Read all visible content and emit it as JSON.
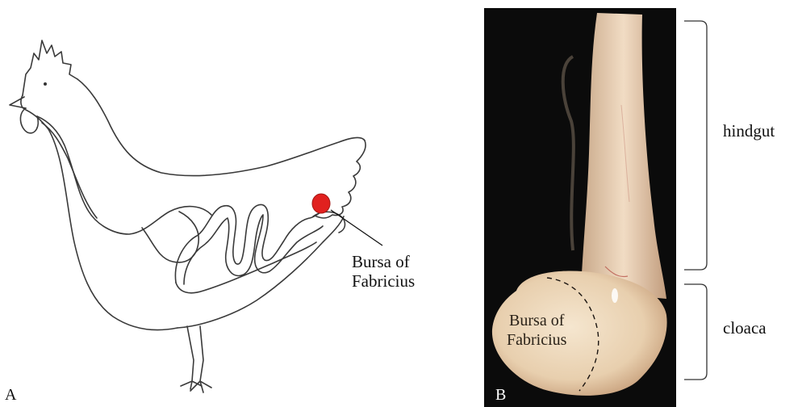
{
  "panel_a": {
    "letter": "A",
    "bursa_label_line1": "Bursa of",
    "bursa_label_line2": "Fabricius",
    "bursa_marker_color": "#e1211f"
  },
  "panel_b": {
    "letter": "B",
    "bursa_label_line1": "Bursa of",
    "bursa_label_line2": "Fabricius",
    "hindgut_label": "hindgut",
    "cloaca_label": "cloaca"
  }
}
